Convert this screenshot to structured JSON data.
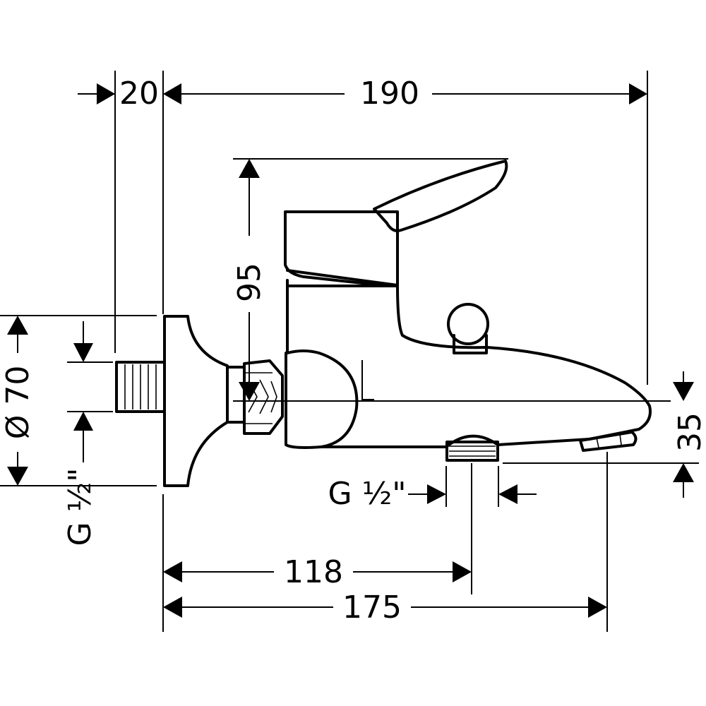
{
  "dimensions": {
    "d20": "20",
    "d190": "190",
    "d95": "95",
    "d70": "Ø 70",
    "d35": "35",
    "d118": "118",
    "d175": "175"
  },
  "threads": {
    "inlet": "G ½\"",
    "outlet": "G ½\""
  }
}
